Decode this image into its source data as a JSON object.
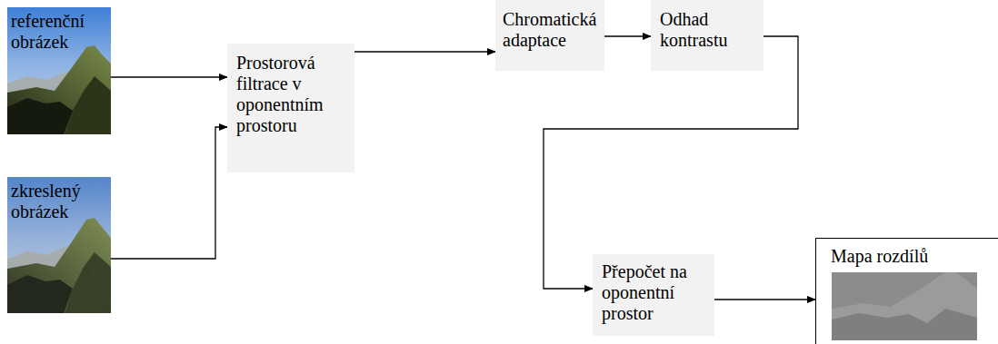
{
  "diagram": {
    "nodes": [
      {
        "text": [
          "referenční obrázek"
        ]
      },
      {
        "text": [
          "zkreslený obrázek"
        ]
      },
      {
        "text": [
          "Prostorová filtrace v oponentním prostoru"
        ]
      },
      {
        "text": [
          "Chromatická adaptace"
        ]
      },
      {
        "text": [
          "Odhad kontrastu"
        ]
      },
      {
        "text": [
          "Přepočet na oponentní prostor"
        ]
      },
      {
        "text": [
          "Mapa rozdílů"
        ]
      }
    ],
    "edges": [
      {
        "from": 0,
        "to": 2,
        "arrow": "to"
      },
      {
        "from": 1,
        "to": 2,
        "arrow": "to"
      },
      {
        "from": 2,
        "to": 3,
        "arrow": "to"
      },
      {
        "from": 3,
        "to": 4,
        "arrow": "to"
      },
      {
        "from": 4,
        "to": 5,
        "arrow": "to"
      },
      {
        "from": 5,
        "to": 6,
        "arrow": "to"
      }
    ]
  }
}
